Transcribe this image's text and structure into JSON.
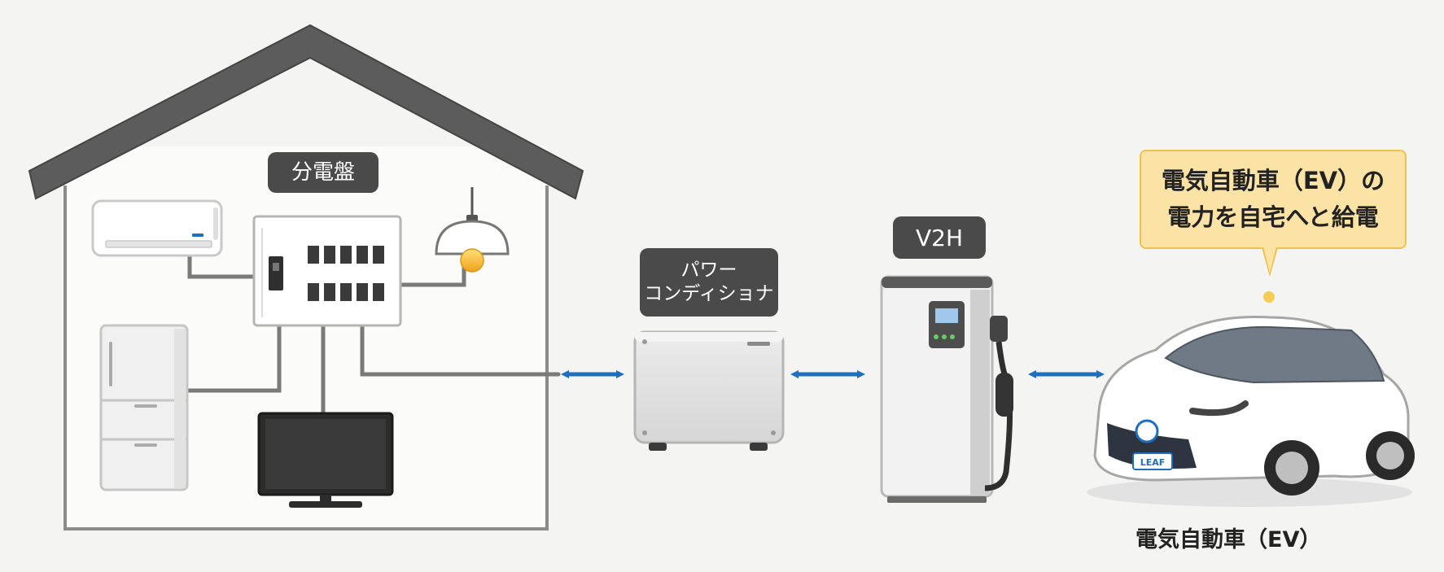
{
  "labels": {
    "panel": "分電盤",
    "power_conditioner": [
      "パワー",
      "コンディショナ"
    ],
    "v2h": "V2H",
    "car_badge": "LEAF",
    "callout": [
      "電気自動車（EV）の",
      "電力を自宅へと給電"
    ],
    "ev_caption": "電気自動車（EV）"
  },
  "icons": [
    "house-icon",
    "air-conditioner-icon",
    "distribution-panel-icon",
    "pendant-lamp-icon",
    "refrigerator-icon",
    "television-icon",
    "power-conditioner-icon",
    "v2h-charger-icon",
    "electric-car-icon",
    "bidirectional-arrow-icon"
  ],
  "colors": {
    "arrow": "#1f6fbf",
    "label_bg": "#4a4a4a",
    "callout_bg": "#fbe3a6",
    "callout_border": "#f0c04a",
    "bulb": "#f5b62a",
    "roof": "#5c5c5c"
  }
}
